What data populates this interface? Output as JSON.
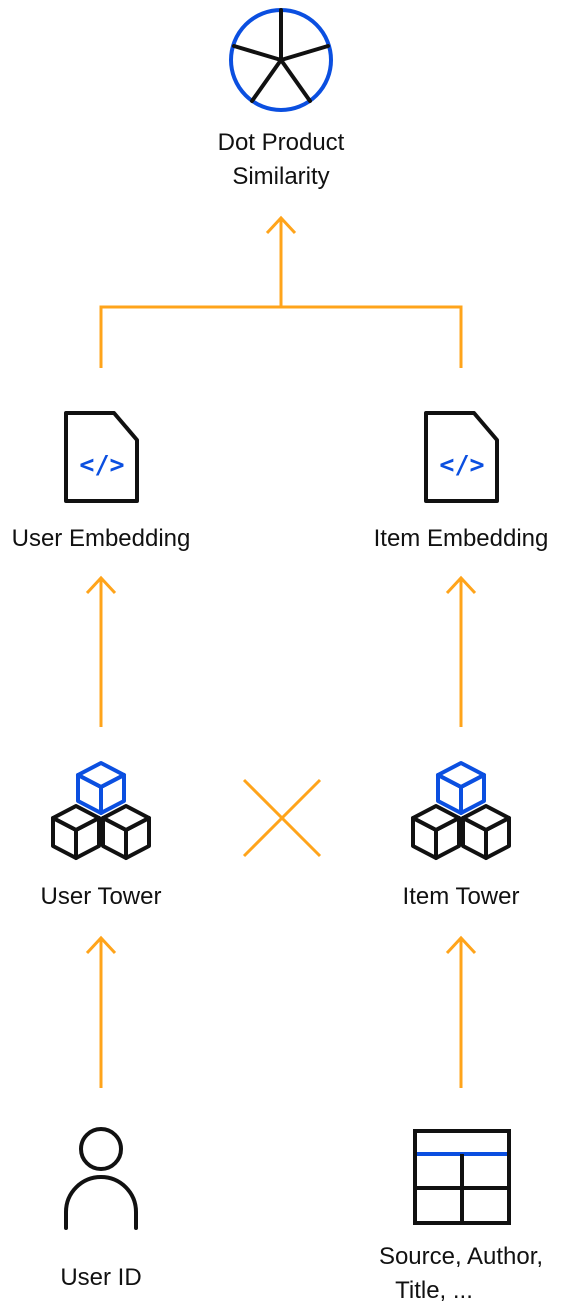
{
  "labels": {
    "dot_product_line1": "Dot Product",
    "dot_product_line2": "Similarity",
    "user_embedding": "User Embedding",
    "item_embedding": "Item Embedding",
    "user_tower": "User Tower",
    "item_tower": "Item Tower",
    "user_id": "User ID",
    "item_features_line1": "Source, Author,",
    "item_features_line2": "Title, ..."
  },
  "icons": {
    "dot_product": "similarity-star-circle-icon",
    "user_embedding": "code-document-icon",
    "item_embedding": "code-document-icon",
    "user_tower": "stacked-cubes-icon",
    "item_tower": "stacked-cubes-icon",
    "interaction": "cross-icon",
    "user_id": "person-icon",
    "item_features": "table-icon"
  },
  "colors": {
    "arrow": "#FFA41B",
    "accent": "#0B4FE0",
    "stroke": "#111111",
    "background": "#FFFFFF"
  }
}
